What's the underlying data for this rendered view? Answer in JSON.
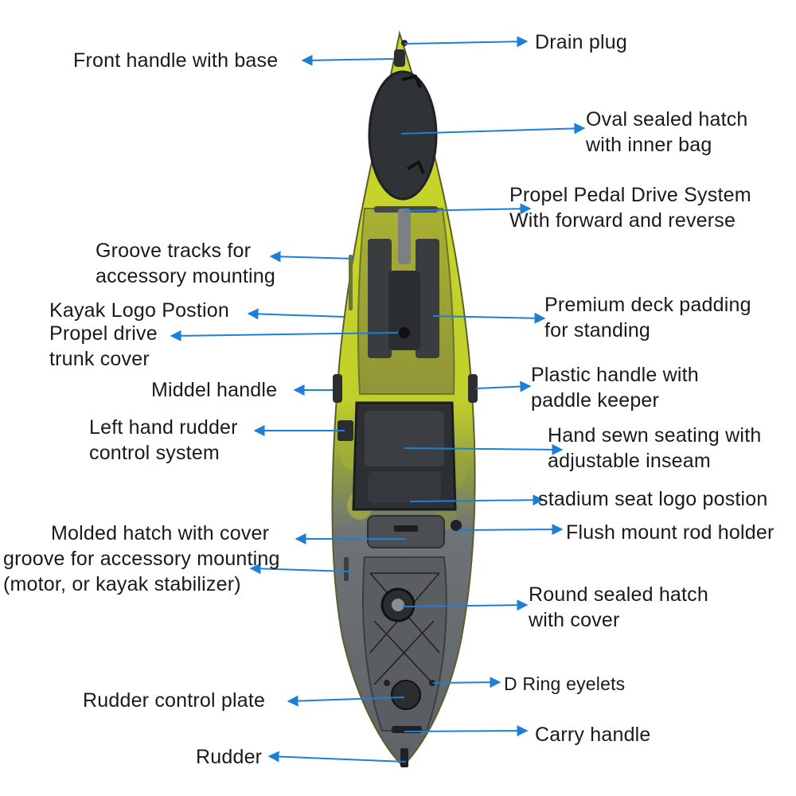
{
  "colors": {
    "arrow": "#1e7fd6",
    "text": "#1a1a1a",
    "hull_yellow": "#c9d62a",
    "hull_grey": "#6e7377",
    "cockpit": "#9ea43a",
    "pad": "#3a3d40",
    "hardware": "#2b2e31"
  },
  "labels": {
    "drain_plug": [
      "Drain plug"
    ],
    "front_handle": [
      "Front handle with base"
    ],
    "oval_hatch": [
      "Oval sealed hatch",
      "with inner bag"
    ],
    "pedal_drive": [
      "Propel Pedal Drive System",
      "With forward and reverse"
    ],
    "groove_tracks": [
      "Groove tracks for",
      "accessory mounting"
    ],
    "logo_position": [
      "Kayak Logo Postion"
    ],
    "trunk_cover": [
      "Propel drive",
      "trunk cover"
    ],
    "deck_padding": [
      "Premium deck padding",
      "for standing"
    ],
    "middle_handle": [
      "Middel handle"
    ],
    "plastic_handle": [
      "Plastic handle with",
      "paddle keeper"
    ],
    "rudder_control": [
      "Left hand rudder",
      "control system"
    ],
    "seating": [
      "Hand sewn seating with",
      "adjustable inseam"
    ],
    "seat_logo": [
      "stadium seat logo postion"
    ],
    "molded_hatch": [
      "Molded hatch with cover"
    ],
    "rear_groove": [
      "groove for accessory mounting",
      "(motor, or kayak stabilizer)"
    ],
    "rod_holder": [
      "Flush mount rod holder"
    ],
    "round_hatch": [
      "Round sealed hatch",
      "with cover"
    ],
    "d_ring": [
      "D Ring eyelets"
    ],
    "rudder_plate": [
      "Rudder control plate"
    ],
    "carry_handle": [
      "Carry handle"
    ],
    "rudder": [
      "Rudder"
    ]
  }
}
